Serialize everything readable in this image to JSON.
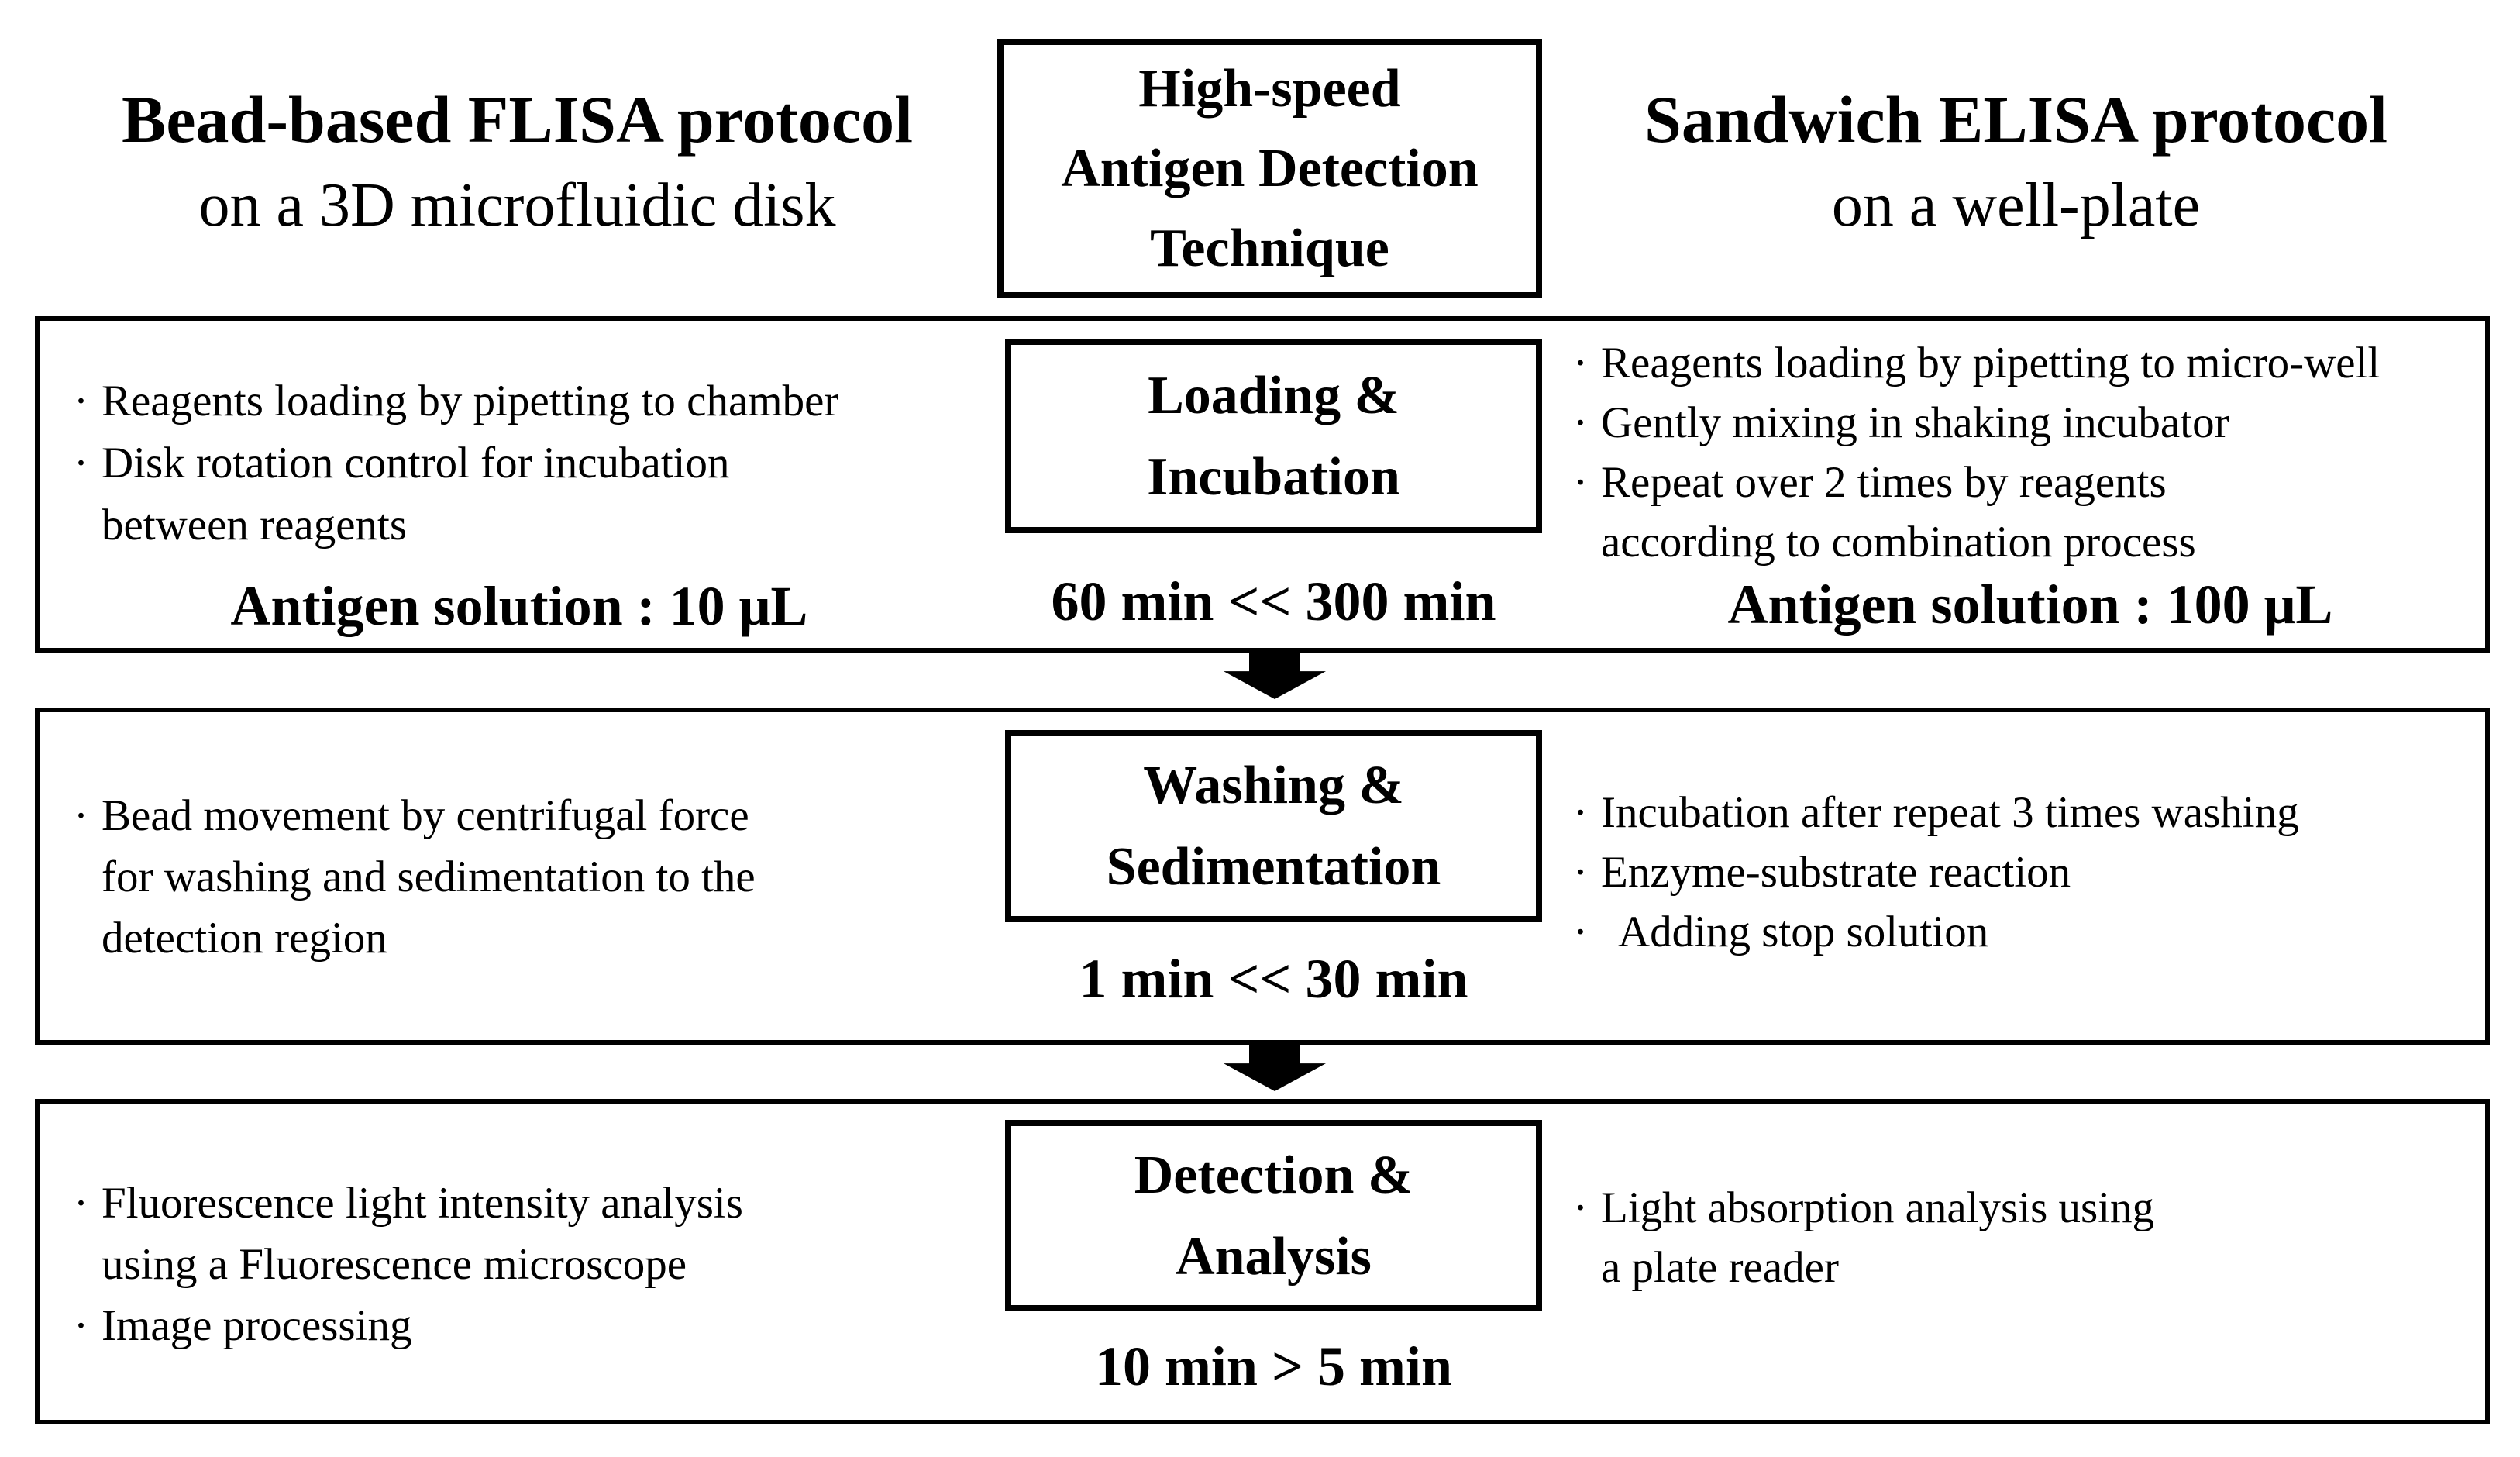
{
  "glyphs": {
    "bullet": "·"
  },
  "colors": {
    "ink": "#000000",
    "background": "#ffffff"
  },
  "header": {
    "left_title_line1": "Bead-based FLISA protocol",
    "left_title_line2": "on a 3D microfluidic disk",
    "center_box_line1": "High-speed",
    "center_box_line2": "Antigen Detection",
    "center_box_line3": "Technique",
    "right_title_line1": "Sandwich ELISA protocol",
    "right_title_line2": "on a well-plate"
  },
  "rows": [
    {
      "step_line1": "Loading &",
      "step_line2": "Incubation",
      "time_comparison": "60 min << 300 min",
      "left_lines": [
        "Reagents loading by pipetting to chamber",
        "Disk rotation control for incubation",
        "between reagents"
      ],
      "left_highlight": "Antigen solution : 10 μL",
      "right_lines": [
        "Reagents loading by pipetting to micro-well",
        "Gently mixing in shaking incubator",
        "Repeat over 2 times by reagents",
        "according to combination process"
      ],
      "right_highlight": "Antigen solution : 100 μL"
    },
    {
      "step_line1": "Washing &",
      "step_line2": "Sedimentation",
      "time_comparison": "1 min << 30 min",
      "left_lines": [
        "Bead movement by centrifugal force",
        "for washing and sedimentation to the",
        "detection region"
      ],
      "right_lines": [
        "Incubation after repeat 3 times washing",
        "Enzyme-substrate reaction",
        "Adding stop solution"
      ]
    },
    {
      "step_line1": "Detection &",
      "step_line2": "Analysis",
      "time_comparison": "10 min > 5 min",
      "left_lines": [
        "Fluorescence light intensity analysis",
        "using a Fluorescence microscope",
        "Image processing"
      ],
      "right_lines": [
        "Light absorption analysis using",
        "a plate reader"
      ]
    }
  ]
}
